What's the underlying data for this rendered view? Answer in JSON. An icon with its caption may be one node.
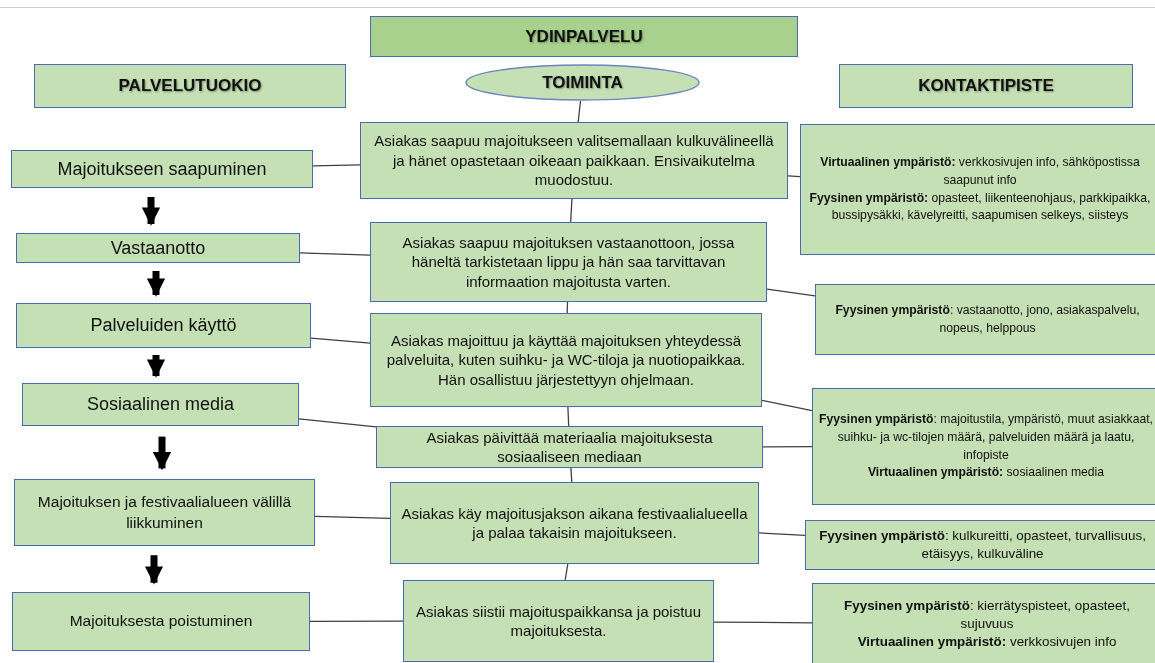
{
  "diagram": {
    "nodes": [
      {
        "text": [
          "YDINPALVELU"
        ]
      },
      {
        "text": [
          "PALVELUTUOKIO"
        ]
      },
      {
        "text": [
          "TOIMINTA"
        ]
      },
      {
        "text": [
          "KONTAKTIPISTE"
        ]
      },
      {
        "text": [
          "Majoitukseen saapuminen"
        ]
      },
      {
        "text": [
          "Vastaanotto"
        ]
      },
      {
        "text": [
          "Palveluiden käyttö"
        ]
      },
      {
        "text": [
          "Sosiaalinen media"
        ]
      },
      {
        "text": [
          "Majoituksen ja festivaalialueen välillä liikkuminen"
        ]
      },
      {
        "text": [
          "Majoituksesta poistuminen"
        ]
      },
      {
        "text": [
          "Asiakas saapuu majoitukseen valitsemallaan kulkuvälineellä ja hänet opastetaan oikeaan paikkaan. Ensivaikutelma muodostuu."
        ]
      },
      {
        "text": [
          "Asiakas saapuu majoituksen vastaanottoon, jossa häneltä tarkistetaan lippu ja hän saa tarvittavan informaation majoitusta varten."
        ]
      },
      {
        "text": [
          "Asiakas majoittuu ja käyttää majoituksen yhteydessä palveluita, kuten suihku- ja WC-tiloja ja nuotiopaikkaa. Hän osallistuu järjestettyyn ohjelmaan."
        ]
      },
      {
        "text": [
          "Asiakas päivittää materiaalia majoituksesta sosiaaliseen mediaan"
        ]
      },
      {
        "text": [
          "Asiakas käy majoitusjakson aikana festivaalialueella ja palaa takaisin majoitukseen."
        ]
      },
      {
        "text": [
          "Asiakas siistii majoituspaikkansa ja poistuu majoituksesta."
        ]
      },
      {
        "text": [
          "**Virtuaalinen ympäristö:** verkkosivujen info, sähköpostissa saapunut info",
          "**Fyysinen ympäristö:** opasteet, liikenteenohjaus, parkkipaikka, bussipysäkki, kävelyreitti, saapumisen selkeys, siisteys"
        ]
      },
      {
        "text": [
          "**Fyysinen ympäristö**: vastaanotto,  jono, asiakaspalvelu, nopeus, helppous"
        ]
      },
      {
        "text": [
          "**Fyysinen ympäristö**: majoitustila, ympäristö, muut asiakkaat, suihku- ja wc-tilojen määrä, palveluiden määrä ja laatu, infopiste",
          "**Virtuaalinen ympäristö:** sosiaalinen media"
        ]
      },
      {
        "text": [
          "**Fyysinen ympäristö**: kulkureitti, opasteet, turvallisuus, etäisyys, kulkuväline"
        ]
      },
      {
        "text": [
          "**Fyysinen ympäristö**: kierrätyspisteet, opasteet, sujuvuus",
          "**Virtuaalinen ympäristö:** verkkosivujen info"
        ]
      }
    ],
    "edges": [
      {
        "from": 4,
        "to": 5,
        "arrow": "to",
        "style": "thick"
      },
      {
        "from": 5,
        "to": 6,
        "arrow": "to",
        "style": "thick"
      },
      {
        "from": 6,
        "to": 7,
        "arrow": "to",
        "style": "thick"
      },
      {
        "from": 7,
        "to": 8,
        "arrow": "to",
        "style": "thick"
      },
      {
        "from": 8,
        "to": 9,
        "arrow": "to",
        "style": "thick"
      },
      {
        "from": 4,
        "to": 10,
        "arrow": "none"
      },
      {
        "from": 5,
        "to": 11,
        "arrow": "none"
      },
      {
        "from": 6,
        "to": 12,
        "arrow": "none"
      },
      {
        "from": 7,
        "to": 13,
        "arrow": "none"
      },
      {
        "from": 8,
        "to": 14,
        "arrow": "none"
      },
      {
        "from": 9,
        "to": 15,
        "arrow": "none"
      },
      {
        "from": 2,
        "to": 10,
        "arrow": "none"
      },
      {
        "from": 10,
        "to": 11,
        "arrow": "none"
      },
      {
        "from": 11,
        "to": 12,
        "arrow": "none"
      },
      {
        "from": 12,
        "to": 13,
        "arrow": "none"
      },
      {
        "from": 13,
        "to": 14,
        "arrow": "none"
      },
      {
        "from": 14,
        "to": 15,
        "arrow": "none"
      },
      {
        "from": 10,
        "to": 16,
        "arrow": "none"
      },
      {
        "from": 11,
        "to": 17,
        "arrow": "none"
      },
      {
        "from": 12,
        "to": 18,
        "arrow": "none"
      },
      {
        "from": 13,
        "to": 18,
        "arrow": "none"
      },
      {
        "from": 14,
        "to": 19,
        "arrow": "none"
      },
      {
        "from": 15,
        "to": 20,
        "arrow": "none"
      }
    ]
  }
}
